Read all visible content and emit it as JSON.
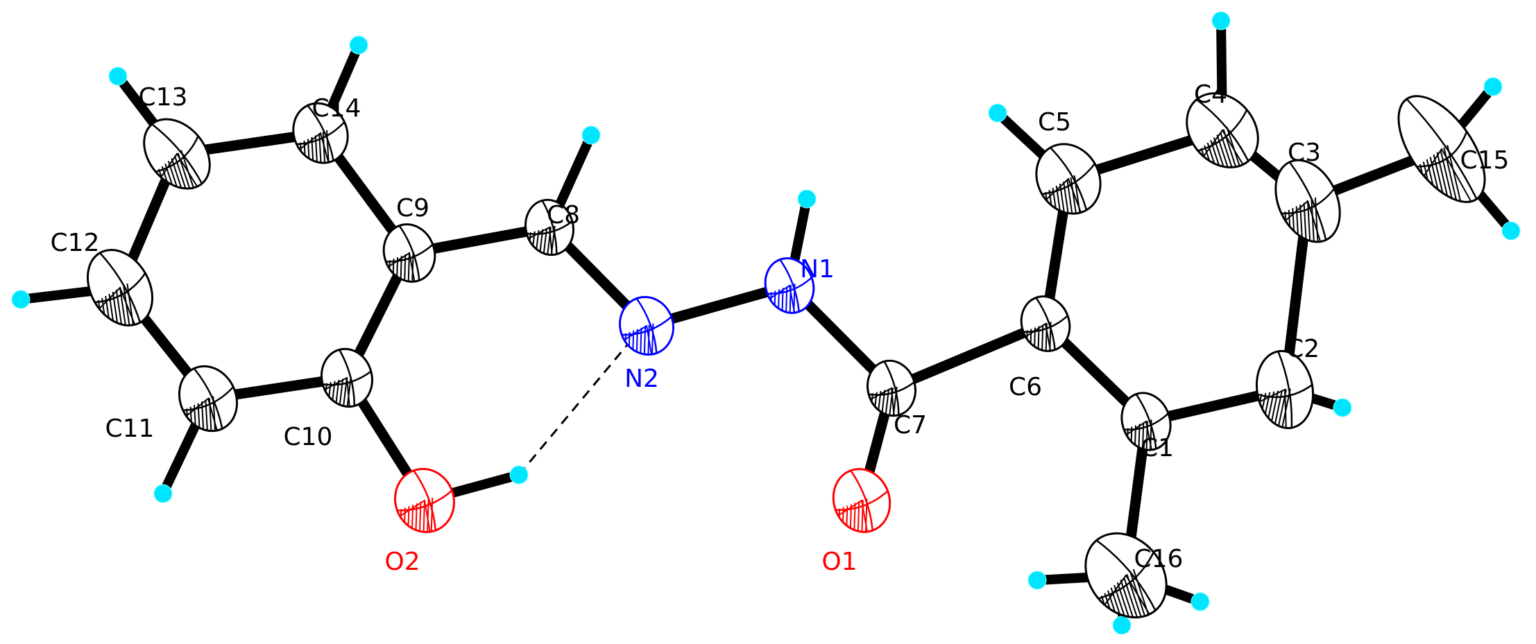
{
  "atoms": [
    {
      "id": "C1",
      "label": "C1",
      "element": "C"
    },
    {
      "id": "C2",
      "label": "C2",
      "element": "C"
    },
    {
      "id": "C3",
      "label": "C3",
      "element": "C"
    },
    {
      "id": "C4",
      "label": "C4",
      "element": "C"
    },
    {
      "id": "C5",
      "label": "C5",
      "element": "C"
    },
    {
      "id": "C6",
      "label": "C6",
      "element": "C"
    },
    {
      "id": "C7",
      "label": "C7",
      "element": "C"
    },
    {
      "id": "C8",
      "label": "C8",
      "element": "C"
    },
    {
      "id": "C9",
      "label": "C9",
      "element": "C"
    },
    {
      "id": "C10",
      "label": "C10",
      "element": "C"
    },
    {
      "id": "C11",
      "label": "C11",
      "element": "C"
    },
    {
      "id": "C12",
      "label": "C12",
      "element": "C"
    },
    {
      "id": "C13",
      "label": "C13",
      "element": "C"
    },
    {
      "id": "C14",
      "label": "C14",
      "element": "C"
    },
    {
      "id": "C15",
      "label": "C15",
      "element": "C"
    },
    {
      "id": "C16",
      "label": "C16",
      "element": "C"
    },
    {
      "id": "N1",
      "label": "N1",
      "element": "N"
    },
    {
      "id": "N2",
      "label": "N2",
      "element": "N"
    },
    {
      "id": "O1",
      "label": "O1",
      "element": "O"
    },
    {
      "id": "O2",
      "label": "O2",
      "element": "O"
    }
  ],
  "bonds": [
    [
      "C1",
      "C2"
    ],
    [
      "C2",
      "C3"
    ],
    [
      "C3",
      "C4"
    ],
    [
      "C4",
      "C5"
    ],
    [
      "C5",
      "C6"
    ],
    [
      "C6",
      "C1"
    ],
    [
      "C1",
      "C16"
    ],
    [
      "C3",
      "C15"
    ],
    [
      "C6",
      "C7"
    ],
    [
      "C7",
      "O1"
    ],
    [
      "C7",
      "N1"
    ],
    [
      "N1",
      "N2"
    ],
    [
      "N2",
      "C8"
    ],
    [
      "C8",
      "C9"
    ],
    [
      "C9",
      "C10"
    ],
    [
      "C10",
      "C11"
    ],
    [
      "C11",
      "C12"
    ],
    [
      "C12",
      "C13"
    ],
    [
      "C13",
      "C14"
    ],
    [
      "C14",
      "C9"
    ],
    [
      "C10",
      "O2"
    ]
  ],
  "hydrogen_bonds": [
    [
      "O2",
      "N2"
    ]
  ],
  "colors": {
    "C": "#000000",
    "N": "#0000ff",
    "O": "#ff0000",
    "H": "#00e5ff",
    "bond": "#000000"
  }
}
